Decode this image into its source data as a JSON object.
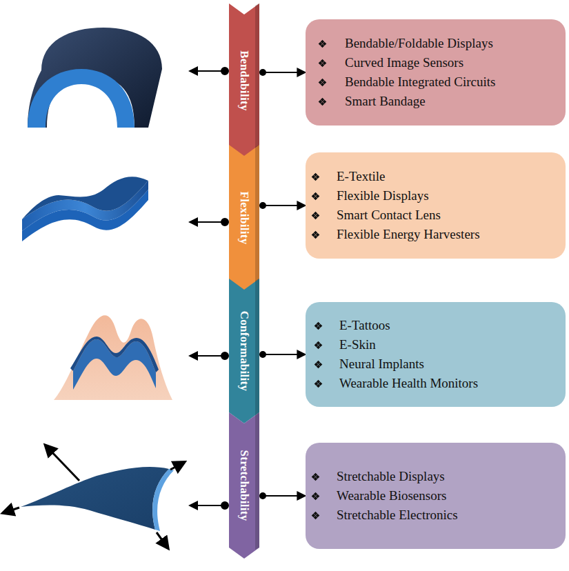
{
  "diagram": {
    "nodes": [
      {
        "text": [
          "Bendability"
        ]
      },
      {
        "text": [
          "Bendable/Foldable Displays",
          "Curved Image Sensors",
          "Bendable Integrated Circuits",
          "Smart Bandage"
        ]
      },
      {
        "text": [
          "Flexibility"
        ]
      },
      {
        "text": [
          "E-Textile",
          "Flexible Displays",
          "Smart Contact Lens",
          "Flexible Energy Harvesters"
        ]
      },
      {
        "text": [
          "Conformability"
        ]
      },
      {
        "text": [
          "E-Tattoos",
          "E-Skin",
          "Neural Implants",
          "Wearable Health Monitors"
        ]
      },
      {
        "text": [
          "Stretchability"
        ]
      },
      {
        "text": [
          "Stretchable Displays",
          "Wearable Biosensors",
          "Stretchable Electronics"
        ]
      }
    ],
    "edges": [
      {
        "from": 0,
        "to": 1,
        "arrow": "to"
      },
      {
        "from": 2,
        "to": 3,
        "arrow": "to"
      },
      {
        "from": 4,
        "to": 5,
        "arrow": "to"
      },
      {
        "from": 6,
        "to": 7,
        "arrow": "to"
      }
    ]
  }
}
